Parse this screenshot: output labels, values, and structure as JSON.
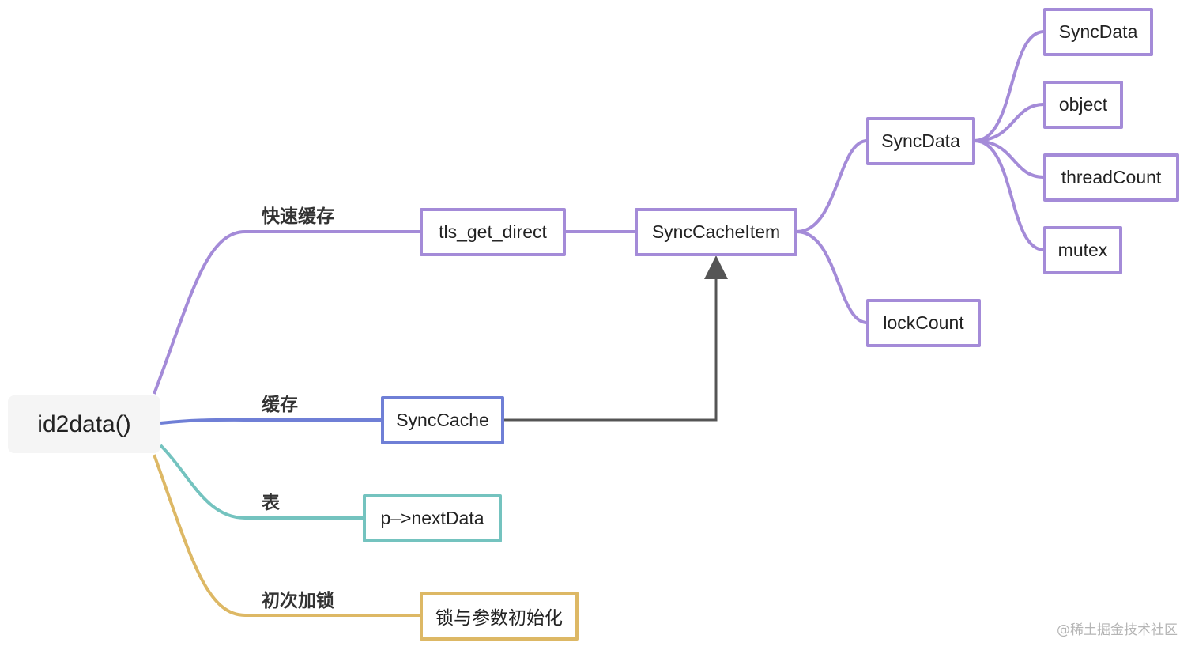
{
  "colors": {
    "purple": "#a48bd8",
    "blue": "#6f7fd6",
    "teal": "#74c3bf",
    "gold": "#ddb865",
    "arrow": "#555555",
    "root_bg": "#f5f5f5"
  },
  "root": {
    "label": "id2data()"
  },
  "branches": [
    {
      "label": "快速缓存"
    },
    {
      "label": "缓存"
    },
    {
      "label": "表"
    },
    {
      "label": "初次加锁"
    }
  ],
  "nodes": {
    "tls_get_direct": "tls_get_direct",
    "sync_cache_item": "SyncCacheItem",
    "sync_data": "SyncData",
    "lock_count": "lockCount",
    "sync_data_child": "SyncData",
    "object": "object",
    "thread_count": "threadCount",
    "mutex": "mutex",
    "sync_cache": "SyncCache",
    "next_data": "p–>nextData",
    "lock_init": "锁与参数初始化"
  },
  "watermark": "@稀土掘金技术社区"
}
